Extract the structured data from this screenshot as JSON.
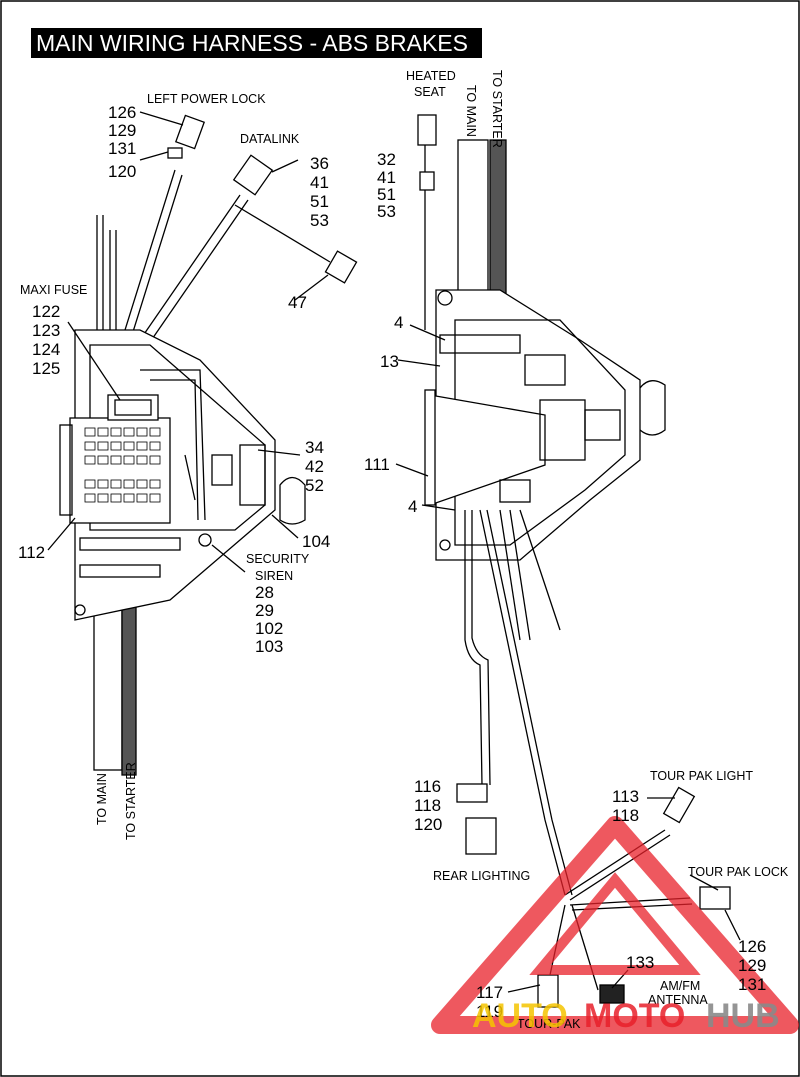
{
  "title": "MAIN WIRING HARNESS - ABS BRAKES",
  "labels": {
    "left_power_lock": "LEFT POWER LOCK",
    "datalink": "DATALINK",
    "maxi_fuse": "MAXI FUSE",
    "security": "SECURITY",
    "siren": "SIREN",
    "to_main_left": "TO MAIN",
    "to_starter_left": "TO STARTER",
    "heated": "HEATED",
    "seat": "SEAT",
    "to_main_right": "TO MAIN",
    "to_starter_right": "TO STARTER",
    "rear_lighting": "REAR LIGHTING",
    "tour_pak_light": "TOUR PAK LIGHT",
    "tour_pak_lock": "TOUR PAK LOCK",
    "am_fm": "AM/FM",
    "antenna": "ANTENNA",
    "tour_pak": "TOUR-PAK"
  },
  "callouts": {
    "c126a": "126",
    "c129a": "129",
    "c131a": "131",
    "c120a": "120",
    "c36": "36",
    "c41a": "41",
    "c51a": "51",
    "c53a": "53",
    "c47": "47",
    "c122": "122",
    "c123": "123",
    "c124": "124",
    "c125": "125",
    "c34": "34",
    "c42": "42",
    "c52": "52",
    "c104": "104",
    "c112": "112",
    "c28": "28",
    "c29": "29",
    "c102": "102",
    "c103": "103",
    "c32": "32",
    "c41b": "41",
    "c51b": "51",
    "c53b": "53",
    "c4a": "4",
    "c13": "13",
    "c111": "111",
    "c4b": "4",
    "c116": "116",
    "c118a": "118",
    "c120b": "120",
    "c113": "113",
    "c118b": "118",
    "c126b": "126",
    "c129b": "129",
    "c131b": "131",
    "c133": "133",
    "c117": "117",
    "c119": "119"
  },
  "watermark": {
    "part1": "AUTO",
    "part2": "MOTO",
    "part3": "HUB",
    "color_yellow": "#f5c400",
    "color_red": "#e8202a",
    "color_gray": "#8a8a8a"
  }
}
